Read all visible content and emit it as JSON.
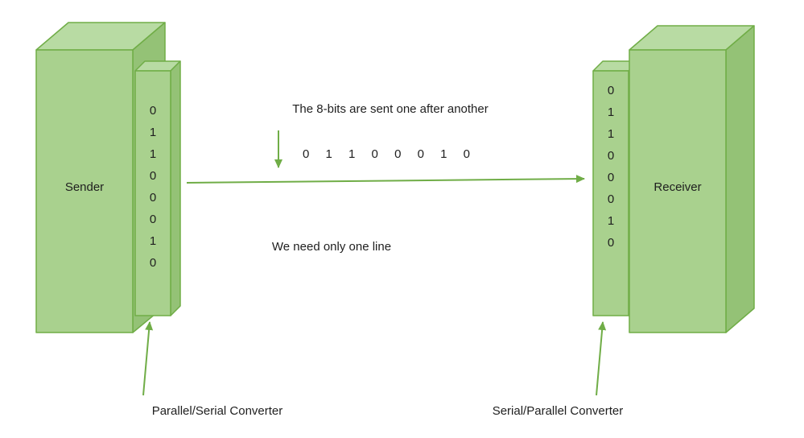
{
  "sender": {
    "label": "Sender",
    "bits": [
      "0",
      "1",
      "1",
      "0",
      "0",
      "0",
      "1",
      "0"
    ]
  },
  "receiver": {
    "label": "Receiver",
    "bits": [
      "0",
      "1",
      "1",
      "0",
      "0",
      "0",
      "1",
      "0"
    ]
  },
  "notes": {
    "top": "The 8-bits are sent one after another",
    "serial_bits": "0 1 1 0 0 0 1 0",
    "middle": "We need only one line"
  },
  "labels": {
    "left_converter": "Parallel/Serial Converter",
    "right_converter": "Serial/Parallel Converter"
  },
  "colors": {
    "face_front": "#a9d18e",
    "face_top": "#b8dba3",
    "face_side": "#94c276",
    "border": "#70ad47",
    "arrow": "#70ad47",
    "text": "#1f1f1f"
  }
}
